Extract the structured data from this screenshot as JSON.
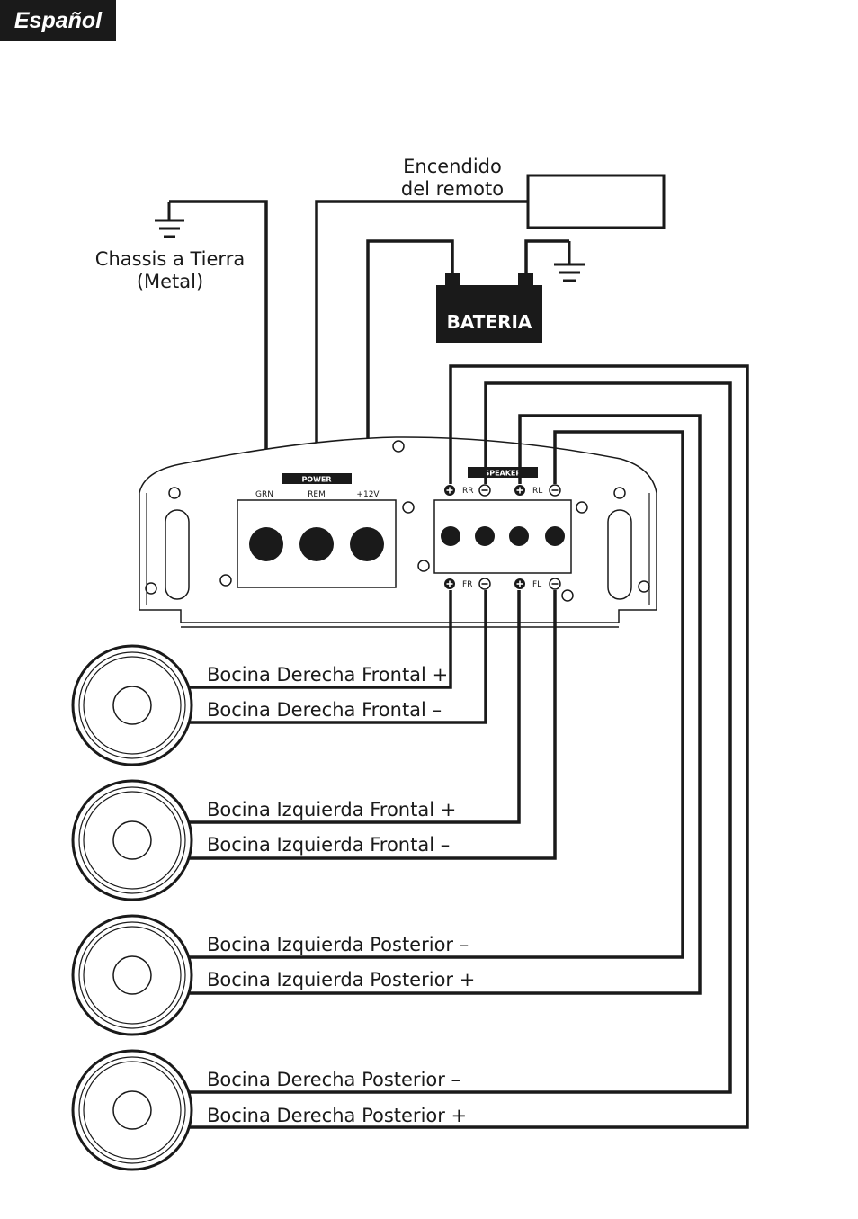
{
  "header": {
    "language_tab": "Español"
  },
  "labels": {
    "remote_on": [
      "Encendido",
      "del remoto"
    ],
    "chassis_ground": [
      "Chassis a Tierra",
      "(Metal)"
    ],
    "battery": "BATERIA"
  },
  "amplifier": {
    "power_badge": "POWER",
    "speaker_badge": "SPEAKER",
    "power_terminals": [
      "GRN",
      "REM",
      "+12V"
    ],
    "speaker_top": [
      "RR",
      "RL"
    ],
    "speaker_bottom": [
      "FR",
      "FL"
    ]
  },
  "speakers": [
    {
      "line1": "Bocina Derecha Frontal +",
      "line2": "Bocina Derecha Frontal –"
    },
    {
      "line1": "Bocina Izquierda Frontal +",
      "line2": "Bocina Izquierda Frontal –"
    },
    {
      "line1": "Bocina Izquierda Posterior –",
      "line2": "Bocina Izquierda Posterior +"
    },
    {
      "line1": "Bocina Derecha Posterior –",
      "line2": "Bocina Derecha Posterior +"
    }
  ]
}
